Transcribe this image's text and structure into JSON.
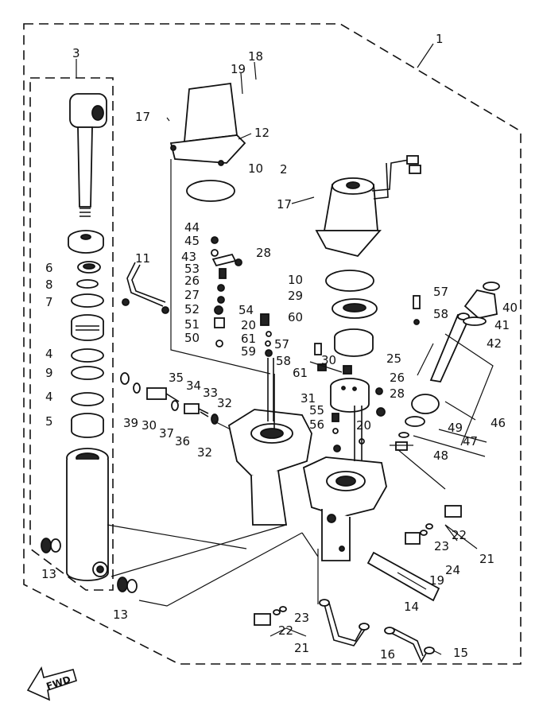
{
  "arrow_text": "FWD",
  "labels": {
    "l1": "1",
    "l2": "2",
    "l3": "3",
    "l4a": "4",
    "l4b": "4",
    "l5": "5",
    "l6": "6",
    "l7": "7",
    "l8": "8",
    "l10a": "10",
    "l10b": "10",
    "l11": "11",
    "l12": "12",
    "l13a": "13",
    "l13b": "13",
    "l14": "14",
    "l15": "15",
    "l16": "16",
    "l17a": "17",
    "l17b": "17",
    "l18": "18",
    "l19a": "19",
    "l19b": "19",
    "l20a": "20",
    "l20b": "20",
    "l21a": "21",
    "l21b": "21",
    "l22a": "22",
    "l22b": "22",
    "l23a": "23",
    "l23b": "23",
    "l24": "24",
    "l25": "25",
    "l26a": "26",
    "l26b": "26",
    "l27": "27",
    "l28a": "28",
    "l28b": "28",
    "l29": "29",
    "l30a": "30",
    "l30b": "30",
    "l31": "31",
    "l32a": "32",
    "l32b": "32",
    "l33": "33",
    "l34": "34",
    "l35": "35",
    "l36": "36",
    "l37": "37",
    "l39": "39",
    "l40": "40",
    "l41": "41",
    "l42": "42",
    "l43": "43",
    "l44": "44",
    "l45": "45",
    "l46": "46",
    "l47": "47",
    "l48": "48",
    "l49": "49",
    "l50": "50",
    "l51": "51",
    "l52": "52",
    "l53": "53",
    "l54": "54",
    "l55": "55",
    "l56": "56",
    "l57a": "57",
    "l57b": "57",
    "l58a": "58",
    "l58b": "58",
    "l59": "59",
    "l60": "60",
    "l61a": "61",
    "l61b": "61"
  }
}
